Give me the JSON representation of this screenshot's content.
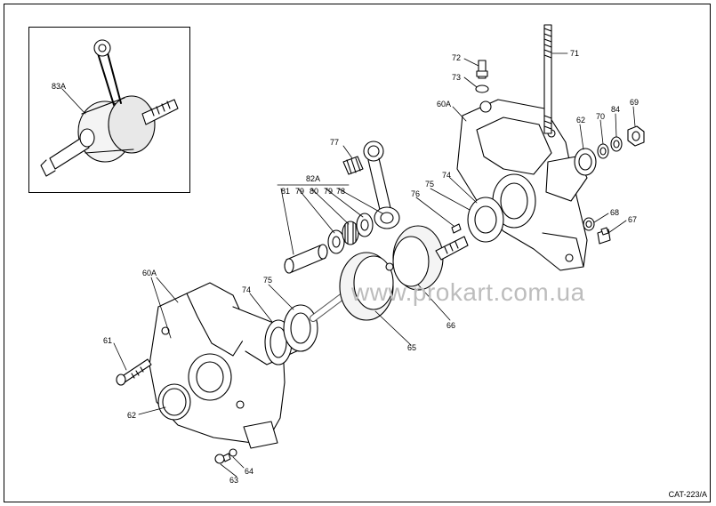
{
  "watermark": "www.prokart.com.ua",
  "catalog_code": "CAT-223/A",
  "labels": {
    "l83A": "83A",
    "l82A": "82A",
    "l81": "81",
    "l79a": "79",
    "l80": "80",
    "l79b": "79",
    "l78": "78",
    "l77": "77",
    "l72": "72",
    "l73": "73",
    "l71": "71",
    "l60Ar": "60A",
    "l62r": "62",
    "l70": "70",
    "l84": "84",
    "l69": "69",
    "l75r": "75",
    "l76": "76",
    "l74r": "74",
    "l68": "68",
    "l67": "67",
    "l60Al": "60A",
    "l74l": "74",
    "l75l": "75",
    "l61": "61",
    "l62l": "62",
    "l64": "64",
    "l63": "63",
    "l65": "65",
    "l66": "66"
  }
}
